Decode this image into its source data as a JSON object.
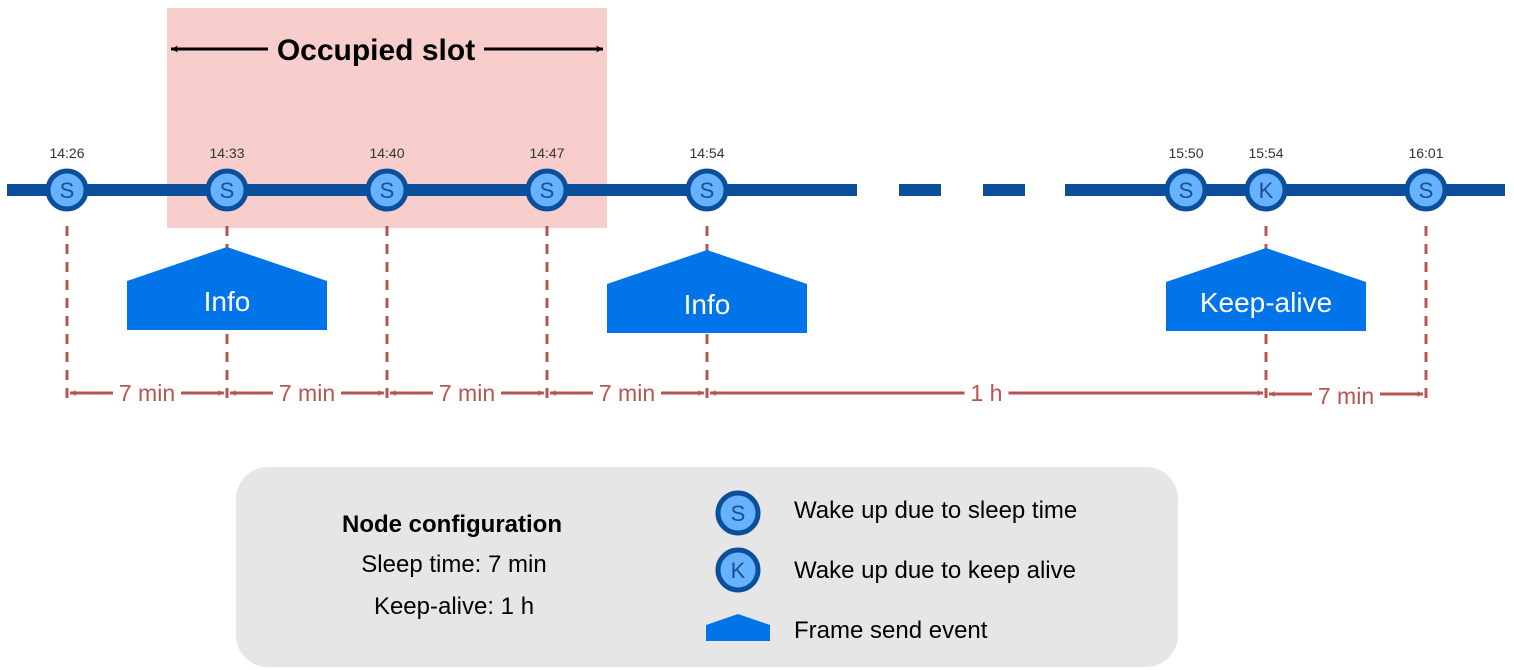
{
  "colors": {
    "timeline": "#0b4f9c",
    "node_fill": "#66b2ff",
    "node_stroke": "#0b4f9c",
    "node_text": "#1c4f8f",
    "frame": "#0074e8",
    "frame_text": "#ffffff",
    "interval": "#b85450",
    "occupied_slot": "#f8cecc",
    "legend_bg": "#e6e6e6"
  },
  "occupied_slot": {
    "title": "Occupied slot"
  },
  "timeline_break_icon": "dashed-line-break",
  "wakeups": [
    {
      "time": "14:26",
      "letter": "S",
      "kind": "sleep"
    },
    {
      "time": "14:33",
      "letter": "S",
      "kind": "sleep"
    },
    {
      "time": "14:40",
      "letter": "S",
      "kind": "sleep"
    },
    {
      "time": "14:47",
      "letter": "S",
      "kind": "sleep"
    },
    {
      "time": "14:54",
      "letter": "S",
      "kind": "sleep"
    },
    {
      "time": "15:50",
      "letter": "S",
      "kind": "sleep"
    },
    {
      "time": "15:54",
      "letter": "K",
      "kind": "keep-alive"
    },
    {
      "time": "16:01",
      "letter": "S",
      "kind": "sleep"
    }
  ],
  "frames": [
    {
      "label": "Info",
      "at": "14:33"
    },
    {
      "label": "Info",
      "at": "14:54"
    },
    {
      "label": "Keep-alive",
      "at": "15:54"
    }
  ],
  "intervals": [
    {
      "from": "14:26",
      "to": "14:33",
      "label": "7 min"
    },
    {
      "from": "14:33",
      "to": "14:40",
      "label": "7 min"
    },
    {
      "from": "14:40",
      "to": "14:47",
      "label": "7 min"
    },
    {
      "from": "14:47",
      "to": "14:54",
      "label": "7 min"
    },
    {
      "from": "14:54",
      "to": "15:54",
      "label": "1 h"
    },
    {
      "from": "15:54",
      "to": "16:01",
      "label": "7 min"
    }
  ],
  "legend": {
    "config_title": "Node configuration",
    "config_lines": [
      "Sleep time: 7 min",
      "Keep-alive: 1 h"
    ],
    "items": [
      {
        "symbol": "S",
        "icon": "sleep-wakeup-icon",
        "text": "Wake up due to sleep time"
      },
      {
        "symbol": "K",
        "icon": "keepalive-wakeup-icon",
        "text": "Wake up due to keep alive"
      },
      {
        "symbol": "",
        "icon": "frame-send-icon",
        "text": "Frame send event"
      }
    ]
  }
}
